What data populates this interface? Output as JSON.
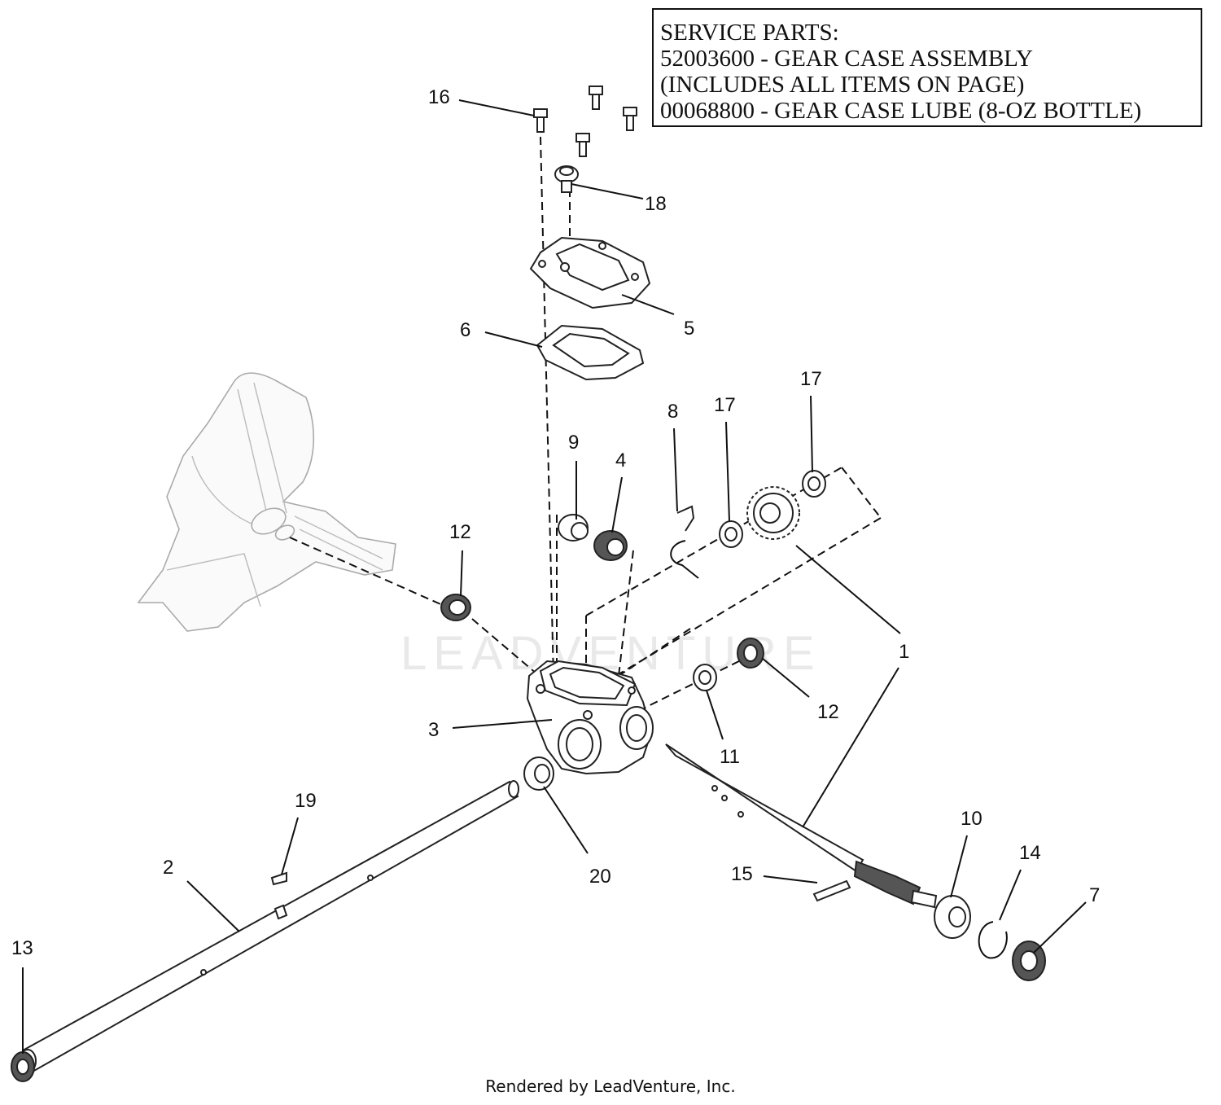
{
  "service_parts": {
    "heading": "SERVICE PARTS:",
    "lines": [
      "52003600 - GEAR CASE ASSEMBLY",
      "(INCLUDES ALL ITEMS ON PAGE)",
      "00068800 - GEAR CASE LUBE (8-OZ BOTTLE)"
    ]
  },
  "watermark": "LEADVENTURE",
  "callouts": {
    "c1": "1",
    "c2": "2",
    "c3": "3",
    "c4": "4",
    "c5": "5",
    "c6": "6",
    "c7": "7",
    "c8": "8",
    "c9": "9",
    "c10": "10",
    "c11": "11",
    "c12a": "12",
    "c12b": "12",
    "c13": "13",
    "c14": "14",
    "c15": "15",
    "c16": "16",
    "c17a": "17",
    "c17b": "17",
    "c18": "18",
    "c19": "19",
    "c20": "20"
  },
  "footer": "Rendered by LeadVenture, Inc."
}
